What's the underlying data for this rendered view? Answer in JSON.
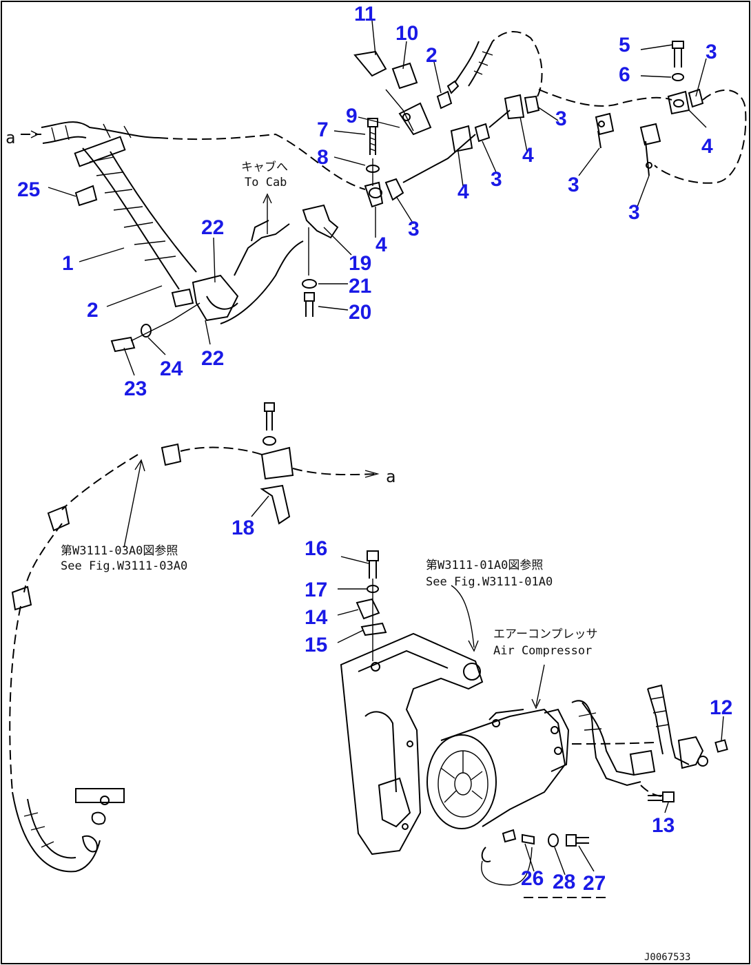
{
  "callouts": {
    "c1": "1",
    "c2a": "2",
    "c2b": "2",
    "c3a": "3",
    "c3b": "3",
    "c3c": "3",
    "c3d": "3",
    "c3e": "3",
    "c3f": "3",
    "c4a": "4",
    "c4b": "4",
    "c4c": "4",
    "c4d": "4",
    "c5": "5",
    "c6": "6",
    "c7": "7",
    "c8": "8",
    "c9": "9",
    "c10": "10",
    "c11": "11",
    "c12": "12",
    "c13": "13",
    "c14": "14",
    "c15": "15",
    "c16": "16",
    "c17": "17",
    "c18": "18",
    "c19": "19",
    "c20": "20",
    "c21": "21",
    "c22a": "22",
    "c22b": "22",
    "c23": "23",
    "c24": "24",
    "c25": "25",
    "c26": "26",
    "c27": "27",
    "c28": "28"
  },
  "notes": {
    "to_cab_jp": "キャブへ",
    "to_cab_en": "To Cab",
    "see_fig_1_jp": "第W3111-03A0図参照",
    "see_fig_1_en": "See Fig.W3111-03A0",
    "see_fig_2_jp": "第W3111-01A0図参照",
    "see_fig_2_en": "See Fig.W3111-01A0",
    "compressor_jp": "エアーコンプレッサ",
    "compressor_en": "Air Compressor",
    "ref_a_left": "a",
    "ref_a_right": "a",
    "drawing_id": "J0067533"
  }
}
